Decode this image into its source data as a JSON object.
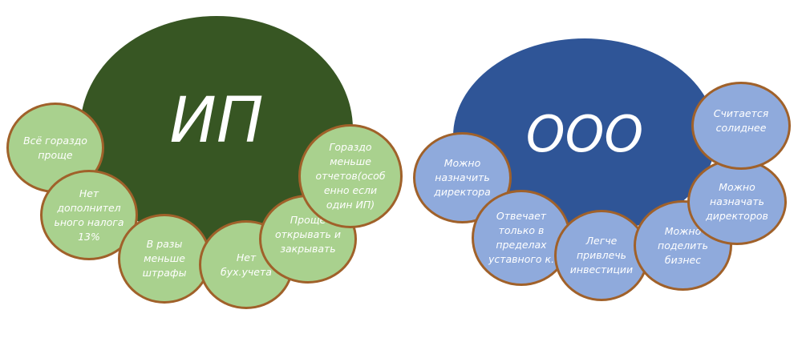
{
  "ip": {
    "title": "ИП",
    "color": "#375623",
    "bubble_color": "#a9d18e",
    "items": [
      "Всё гораздо проще",
      "Нет дополнител ьного налога 13%",
      "В разы меньше штрафы",
      "Нет бух.учета",
      "Проще открывать и закрывать",
      "Гораздо меньше отчетов(особ енно если один ИП)"
    ]
  },
  "ooo": {
    "title": "ООО",
    "color": "#2f5597",
    "bubble_color": "#8faadc",
    "items": [
      "Можно назначить директора",
      "Отвечает только в пределах уставного к.",
      "Легче привлечь инвестиции",
      "Можно поделить бизнес",
      "Можно назначать директоров",
      "Считается солиднее"
    ]
  },
  "border_color": "#a0612a"
}
